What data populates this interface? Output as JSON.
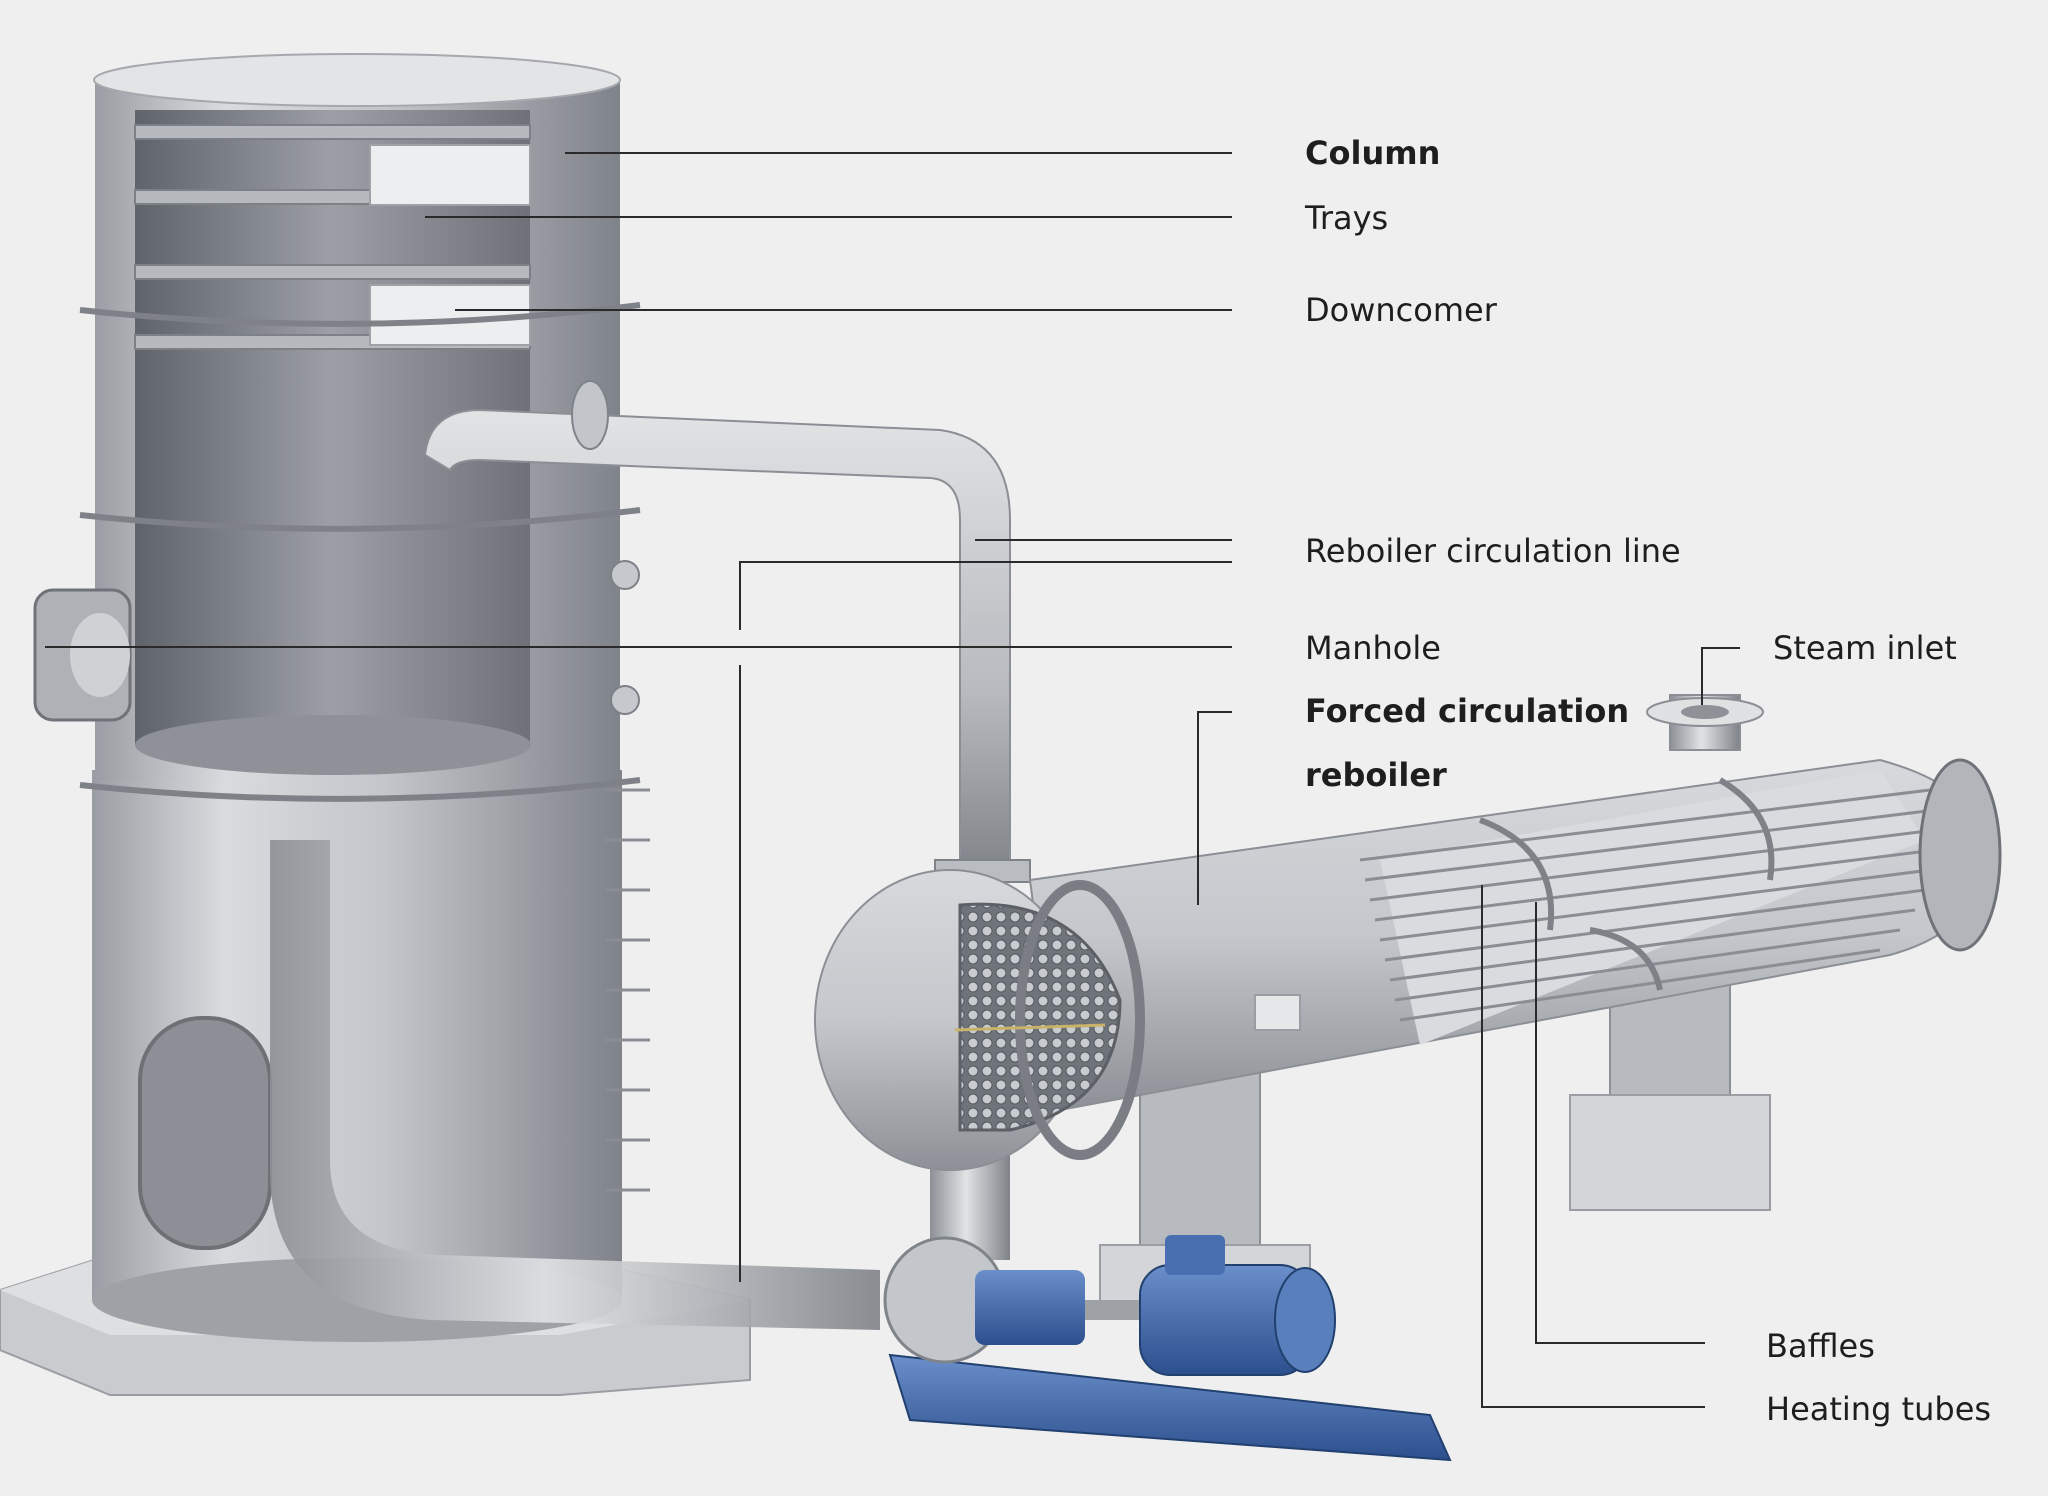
{
  "labels": {
    "column": "Column",
    "trays": "Trays",
    "downcomer": "Downcomer",
    "reboiler_circulation_line": "Reboiler circulation line",
    "manhole": "Manhole",
    "forced_circulation_line1": "Forced circulation",
    "forced_circulation_line2": "reboiler",
    "steam_inlet": "Steam inlet",
    "baffles": "Baffles",
    "heating_tubes": "Heating tubes"
  },
  "colors": {
    "background": "#efefef",
    "steel_light": "#d6d8db",
    "steel_mid": "#b3b6bb",
    "steel_dark": "#83878d",
    "pump_blue": "#3f66a6",
    "leader_line": "#2a2a2a"
  }
}
